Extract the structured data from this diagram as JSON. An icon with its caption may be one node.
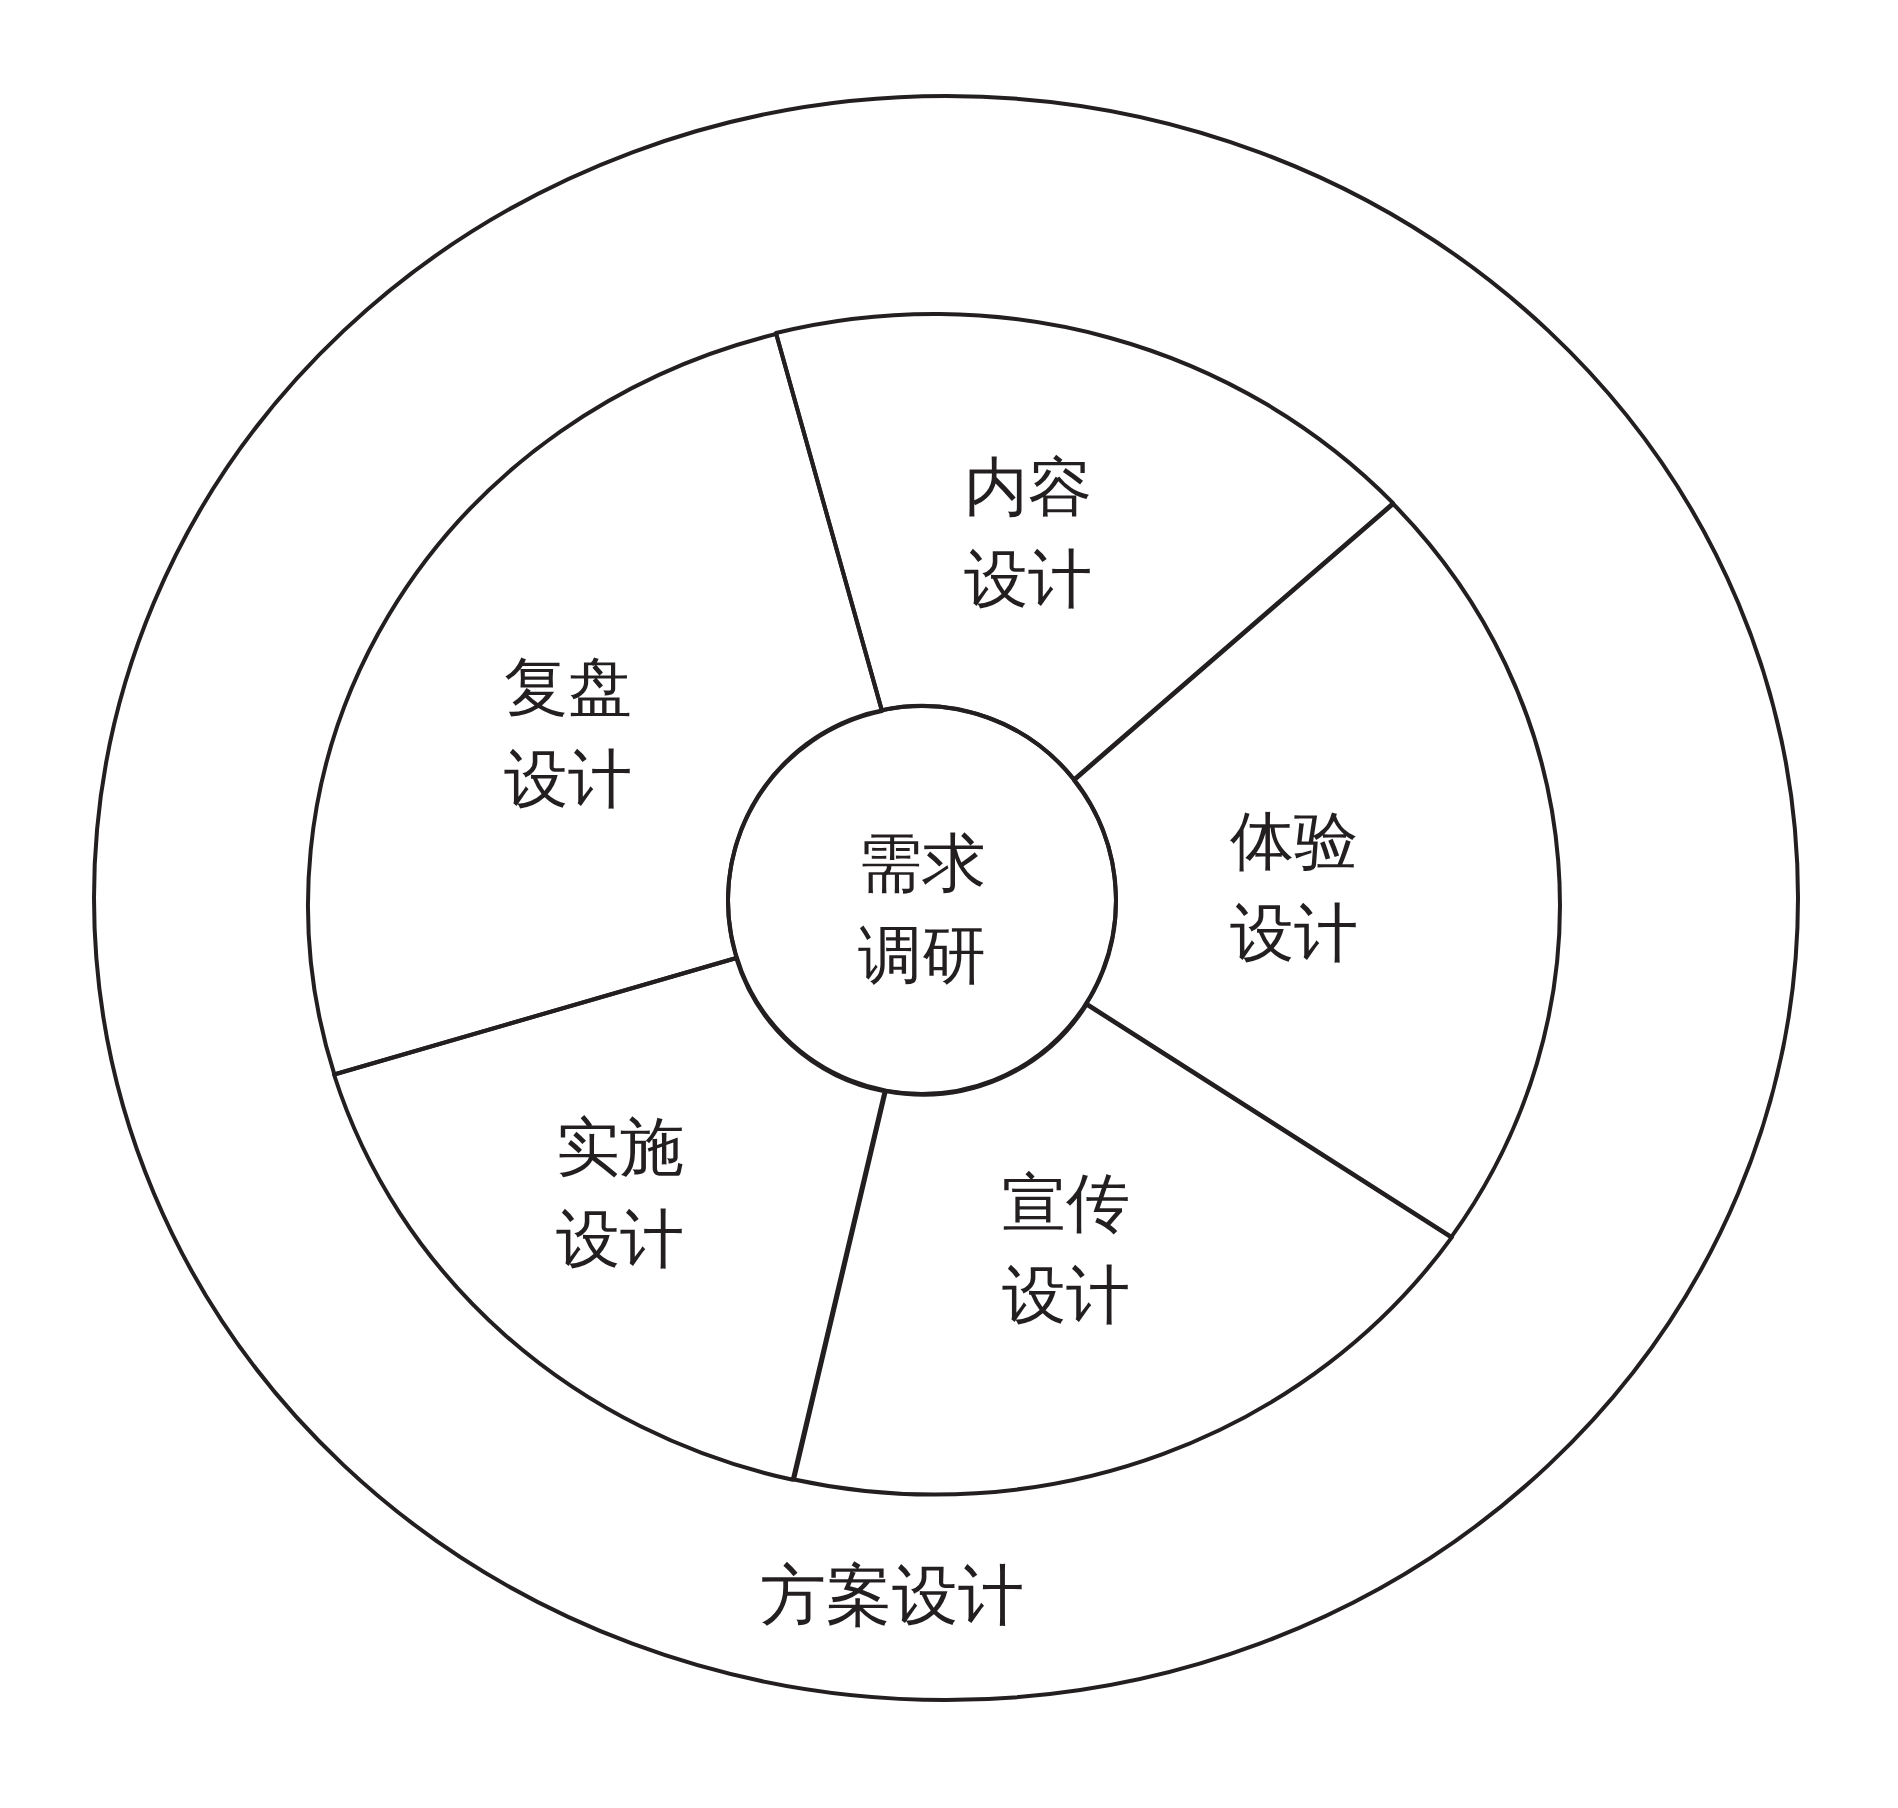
{
  "diagram": {
    "nodes": [
      {
        "text": [
          "方案设计"
        ]
      },
      {
        "text": [
          "需求调研"
        ],
        "in": 0
      },
      {
        "text": [
          "内容设计"
        ],
        "in": 0
      },
      {
        "text": [
          "体验设计"
        ],
        "in": 0
      },
      {
        "text": [
          "宣传设计"
        ],
        "in": 0
      },
      {
        "text": [
          "实施设计"
        ],
        "in": 0
      },
      {
        "text": [
          "复盘设计"
        ],
        "in": 0
      }
    ]
  }
}
